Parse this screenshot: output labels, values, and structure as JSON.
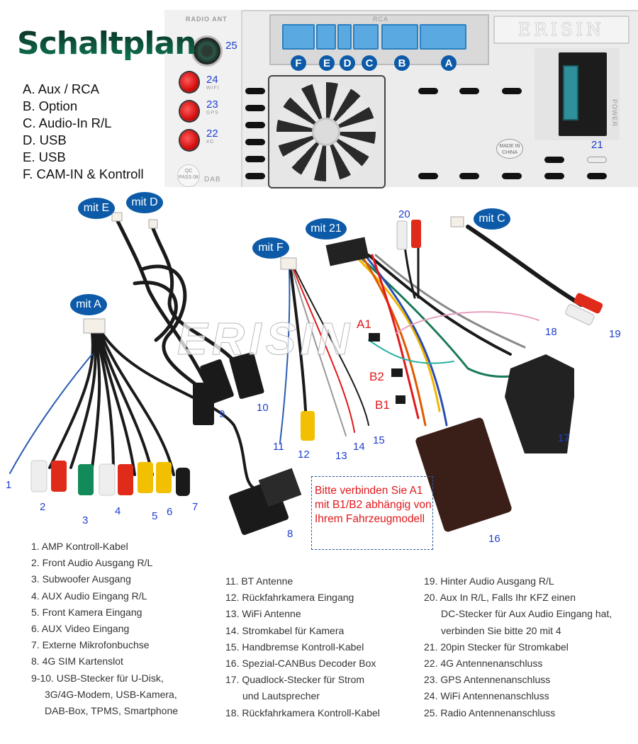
{
  "title": "Schaltplan",
  "legend": [
    "A. Aux / RCA",
    "B. Option",
    "C. Audio-In R/L",
    "D. USB",
    "E. USB",
    "F. CAM-IN & Kontroll"
  ],
  "unit": {
    "radio_ant_label": "RADIO ANT",
    "rca_label": "RCA",
    "brand": "ERISIN",
    "power_label": "POWER",
    "qc_label": "QC PASS 08",
    "dab_label": "DAB",
    "made_in": "MADE IN CHINA",
    "port_badges": [
      "F",
      "E",
      "D",
      "C",
      "B",
      "A"
    ],
    "antenna_sub_labels": [
      "WIFI",
      "GPS",
      "4G"
    ],
    "numbers": {
      "n25": "25",
      "n24": "24",
      "n23": "23",
      "n22": "22",
      "n21": "21"
    }
  },
  "connect_pills": {
    "e": "mit E",
    "d": "mit D",
    "f": "mit F",
    "a": "mit A",
    "n21": "mit 21",
    "c": "mit C"
  },
  "cable_numbers": [
    "1",
    "2",
    "3",
    "4",
    "5",
    "6",
    "7",
    "8",
    "9",
    "10",
    "11",
    "12",
    "13",
    "14",
    "15",
    "16",
    "17",
    "18",
    "19",
    "20"
  ],
  "red_labels": {
    "a1": "A1",
    "b2": "B2",
    "b1": "B1"
  },
  "watermark": "ERISIN",
  "note": "Bitte verbinden Sie A1 mit B1/B2 abhängig von Ihrem Fahrzeugmodell",
  "descriptions": {
    "col1": [
      "1. AMP Kontroll-Kabel",
      "2. Front Audio Ausgang R/L",
      "3. Subwoofer Ausgang",
      "4. AUX Audio Eingang R/L",
      "5. Front Kamera Eingang",
      "6. AUX Video Eingang",
      "7. Externe Mikrofonbuchse",
      "8. 4G SIM Kartenslot",
      "9-10. USB-Stecker für U-Disk,",
      "3G/4G-Modem, USB-Kamera,",
      "DAB-Box, TPMS, Smartphone"
    ],
    "col2": [
      "11. BT Antenne",
      "12. Rückfahrkamera Eingang",
      "13. WiFi Antenne",
      "14. Stromkabel für Kamera",
      "15. Handbremse Kontroll-Kabel",
      "16. Spezial-CANBus Decoder Box",
      "17. Quadlock-Stecker für Strom",
      "und Lautsprecher",
      "18. Rückfahrkamera Kontroll-Kabel"
    ],
    "col3": [
      "19. Hinter Audio Ausgang R/L",
      "20. Aux In R/L, Falls Ihr KFZ einen",
      "DC-Stecker für Aux Audio Eingang hat,",
      "verbinden Sie bitte 20 mit 4",
      "21. 20pin Stecker für Stromkabel",
      "22. 4G Antennenanschluss",
      "23. GPS Antennenanschluss",
      "24. WiFi Antennenanschluss",
      "25. Radio Antennenanschluss"
    ]
  }
}
